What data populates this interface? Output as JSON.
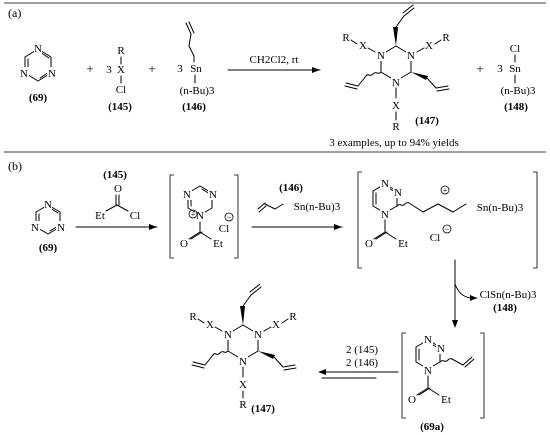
{
  "panel_a": {
    "label": "(a)",
    "triazine_label": "(69)",
    "reagent_145": {
      "label": "(145)",
      "r": "R",
      "x": "X",
      "cl": "Cl",
      "coef": "3"
    },
    "reagent_146": {
      "label": "(146)",
      "coef": "3",
      "sn": "Sn",
      "bu": "(n-Bu)3"
    },
    "plus": "+",
    "conditions": "CH2Cl2, rt",
    "product_label": "(147)",
    "byproduct": {
      "label": "(148)",
      "coef": "3",
      "sn": "Sn",
      "cl": "Cl",
      "bu": "(n-Bu)3"
    },
    "yield_note": "3 examples, up to 94% yields",
    "atoms": {
      "n": "N",
      "x": "X",
      "r": "R"
    }
  },
  "panel_b": {
    "label": "(b)",
    "triazine_label": "(69)",
    "reagent_145": {
      "label": "(145)",
      "o": "O",
      "et": "Et",
      "cl": "Cl"
    },
    "reagent_146": {
      "label": "(146)",
      "sn": "Sn(n-Bu)3"
    },
    "intermediate_1": {
      "n_plus": "N",
      "plus": "+",
      "cl_minus": "Cl",
      "minus": "−",
      "o": "O",
      "et": "Et"
    },
    "intermediate_2": {
      "plus": "+",
      "sn": "Sn(n-Bu)3",
      "cl_minus": "Cl",
      "minus": "−",
      "o": "O",
      "et": "Et"
    },
    "byproduct": {
      "text": "ClSn(n-Bu)3",
      "label": "(148)"
    },
    "intermediate_3": {
      "label": "(69a)",
      "o": "O",
      "et": "Et"
    },
    "step_reagents": {
      "line1": "2 (145)",
      "line2": "2 (146)"
    },
    "product_label": "(147)"
  }
}
